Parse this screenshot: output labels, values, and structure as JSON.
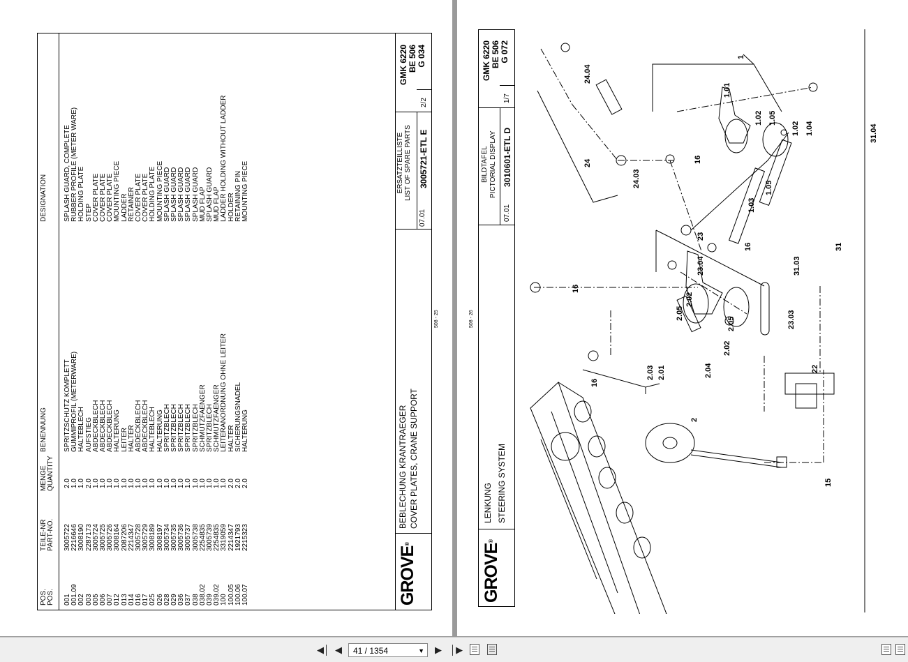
{
  "left": {
    "headers": {
      "pos_de": "POS.",
      "pos_en": "POS.",
      "part_de": "TEILE-NR",
      "part_en": "PART-NO.",
      "qty_de": "MENGE",
      "qty_en": "QUANTITY",
      "name_de": "BENENNUNG",
      "name_en": "DESIGNATION"
    },
    "rows": [
      {
        "pos": "001",
        "part": "3005722",
        "qty": "2.0",
        "de": "SPRITZSCHUTZ KOMPLETT",
        "en": "SPLASH GUARD, COMPLETE"
      },
      {
        "pos": "001.09",
        "part": "2216646",
        "qty": "1.0",
        "de": "GUMMIPROFIL (METERWARE)",
        "en": "RUBBER PROFILE (METER WARE)"
      },
      {
        "pos": "002",
        "part": "3008190",
        "qty": "1.0",
        "de": "HALTEBLECH",
        "en": "HOLDING PLATE"
      },
      {
        "pos": "003",
        "part": "2287173",
        "qty": "2.0",
        "de": "AUFSTIEG",
        "en": "STEP"
      },
      {
        "pos": "005",
        "part": "3005724",
        "qty": "1.0",
        "de": "ABDECKBLECH",
        "en": "COVER PLATE"
      },
      {
        "pos": "006",
        "part": "3005725",
        "qty": "1.0",
        "de": "ABDECKBLECH",
        "en": "COVER PLATE"
      },
      {
        "pos": "007",
        "part": "3005726",
        "qty": "1.0",
        "de": "ABDECKBLECH",
        "en": "COVER PLATE"
      },
      {
        "pos": "012",
        "part": "3008164",
        "qty": "1.0",
        "de": "HALTERUNG",
        "en": "MOUNTING PIECE"
      },
      {
        "pos": "013",
        "part": "2087206",
        "qty": "1.0",
        "de": "LEITER",
        "en": "LADDER"
      },
      {
        "pos": "014",
        "part": "2214347",
        "qty": "1.0",
        "de": "HALTER",
        "en": "RETAINER"
      },
      {
        "pos": "016",
        "part": "3005728",
        "qty": "1.0",
        "de": "ABDECKBLECH",
        "en": "COVER PLATE"
      },
      {
        "pos": "017",
        "part": "3005729",
        "qty": "1.0",
        "de": "ABDECKBLECH",
        "en": "COVER PLATE"
      },
      {
        "pos": "025",
        "part": "3008189",
        "qty": "1.0",
        "de": "HALTEBLECH",
        "en": "HOLDING PLATE"
      },
      {
        "pos": "026",
        "part": "3008197",
        "qty": "1.0",
        "de": "HALTERUNG",
        "en": "MOUNTING PIECE"
      },
      {
        "pos": "028",
        "part": "3005734",
        "qty": "1.0",
        "de": "SPRITZBLECH",
        "en": "SPLASH GUARD"
      },
      {
        "pos": "029",
        "part": "3005735",
        "qty": "1.0",
        "de": "SPRITZBLECH",
        "en": "SPLASH GUARD"
      },
      {
        "pos": "036",
        "part": "3005736",
        "qty": "1.0",
        "de": "SPRITZBLECH",
        "en": "SPLASH GUARD"
      },
      {
        "pos": "037",
        "part": "3005737",
        "qty": "1.0",
        "de": "SPRITZBLECH",
        "en": "SPLASH GUARD"
      },
      {
        "pos": "038",
        "part": "3005738",
        "qty": "1.0",
        "de": "SPRITZBLECH",
        "en": "SPLASH GUARD"
      },
      {
        "pos": "038.02",
        "part": "2254835",
        "qty": "1.0",
        "de": "SCHMUTZFAENGER",
        "en": "MUD FLAP"
      },
      {
        "pos": "039",
        "part": "3005739",
        "qty": "1.0",
        "de": "SPRITZBLECH",
        "en": "SPLASH GUARD"
      },
      {
        "pos": "039.02",
        "part": "2254835",
        "qty": "1.0",
        "de": "SCHMUTZFAENGER",
        "en": "MUD FLAP"
      },
      {
        "pos": "100",
        "part": "3319059",
        "qty": "1.0",
        "de": "LEITERANORDNUNG OHNE LEITER",
        "en": "LADDER HOLDING WITHOUT LADDER"
      },
      {
        "pos": "100.05",
        "part": "2214347",
        "qty": "2.0",
        "de": "HALTER",
        "en": "HOLDER"
      },
      {
        "pos": "100.06",
        "part": "1921793",
        "qty": "2.0",
        "de": "SICHERUNGSNADEL",
        "en": "RETAINING PIN"
      },
      {
        "pos": "100.07",
        "part": "2215323",
        "qty": "2.0",
        "de": "HALTERUNG",
        "en": "MOUNTING PIECE"
      }
    ],
    "title_block": {
      "brand": "GROVE",
      "title_de": "BEBLECHUNG KRANTRAEGER",
      "title_en": "COVER PLATES,  CRANE  SUPPORT",
      "list_de": "ERSATZTEILLISTE",
      "list_en": "LIST OF SPARE PARTS",
      "date": "07.01",
      "doc_no": "3005721-ETL E",
      "sheet": "2/2",
      "model": "GMK  6220",
      "be": "BE  506",
      "g": "G  034"
    },
    "page_code": "508 - 25"
  },
  "right": {
    "page_code": "508 - 26",
    "title_block": {
      "brand": "GROVE",
      "title_de": "LENKUNG",
      "title_en": "STEERING  SYSTEM",
      "list_de": "BILDTAFEL",
      "list_en": "PICTORIAL DISPLAY",
      "date": "07.01",
      "doc_no": "3010601-ETL D",
      "sheet": "1/7",
      "model": "GMK  6220",
      "be": "BE  506",
      "g": "G  072"
    },
    "callouts": [
      "1",
      "1.01",
      "1.02",
      "1.02",
      "1.03",
      "1.04",
      "1.05",
      "1.05",
      "16",
      "16",
      "16",
      "16",
      "24",
      "24.03",
      "24.04",
      "31",
      "31.03",
      "31.04",
      "23",
      "23.03",
      "23.04",
      "2",
      "2.01",
      "2.02",
      "2.02",
      "2.03",
      "2.04",
      "2.05",
      "2.05",
      "22",
      "15"
    ]
  },
  "toolbar": {
    "first_page": "first-page",
    "prev_page": "prev-page",
    "page_value": "41 / 1354",
    "next_page": "next-page",
    "last_page": "last-page"
  }
}
